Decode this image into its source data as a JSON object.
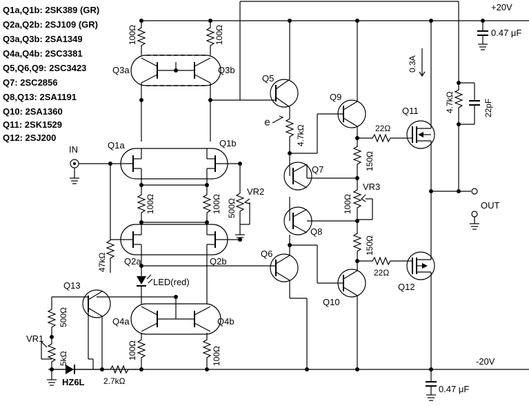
{
  "parts_list": [
    "Q1a,Q1b: 2SK389 (GR)",
    "Q2a,Q2b: 2SJ109 (GR)",
    "Q3a,Q3b: 2SA1349",
    "Q4a,Q4b: 2SC3381",
    "Q5,Q6,Q9: 2SC3423",
    "Q7: 2SC2856",
    "Q8,Q13: 2SA1191",
    "Q10: 2SA1360",
    "Q11: 2SK1529",
    "Q12: 2SJ200"
  ],
  "labels": {
    "supply_pos": "+20V",
    "supply_neg": "-20V",
    "cap_top": "0.47 μF",
    "cap_bot": "0.47 μF",
    "bias_current": "0.3A",
    "input": "IN",
    "output": "OUT",
    "node_e": "e",
    "led": "LED(red)",
    "zener": "HZ6L"
  },
  "transistors": {
    "q1a": "Q1a",
    "q1b": "Q1b",
    "q2a": "Q2a",
    "q2b": "Q2b",
    "q3a": "Q3a",
    "q3b": "Q3b",
    "q4a": "Q4a",
    "q4b": "Q4b",
    "q5": "Q5",
    "q6": "Q6",
    "q7": "Q7",
    "q8": "Q8",
    "q9": "Q9",
    "q10": "Q10",
    "q11": "Q11",
    "q12": "Q12",
    "q13": "Q13"
  },
  "components": {
    "r_q3a": "100Ω",
    "r_q3b": "100Ω",
    "r_q1a_src": "100Ω",
    "r_q1b_src": "100Ω",
    "r_q4a": "100Ω",
    "r_q4b": "100Ω",
    "r_q5": "4.7kΩ",
    "r_q9_a": "150Ω",
    "r_vr3": "100Ω",
    "r_q9_b": "150Ω",
    "r_gate_q11": "22Ω",
    "r_gate_q12": "22Ω",
    "r_in": "47kΩ",
    "r_fb": "4.7kΩ",
    "c_fb": "22pF",
    "r_vr1_a": "500Ω",
    "r_vr1_b": "5kΩ",
    "r_bias": "2.7kΩ",
    "vr1": "VR1",
    "vr2": "VR2",
    "vr2_val": "500Ω",
    "vr3": "VR3"
  }
}
